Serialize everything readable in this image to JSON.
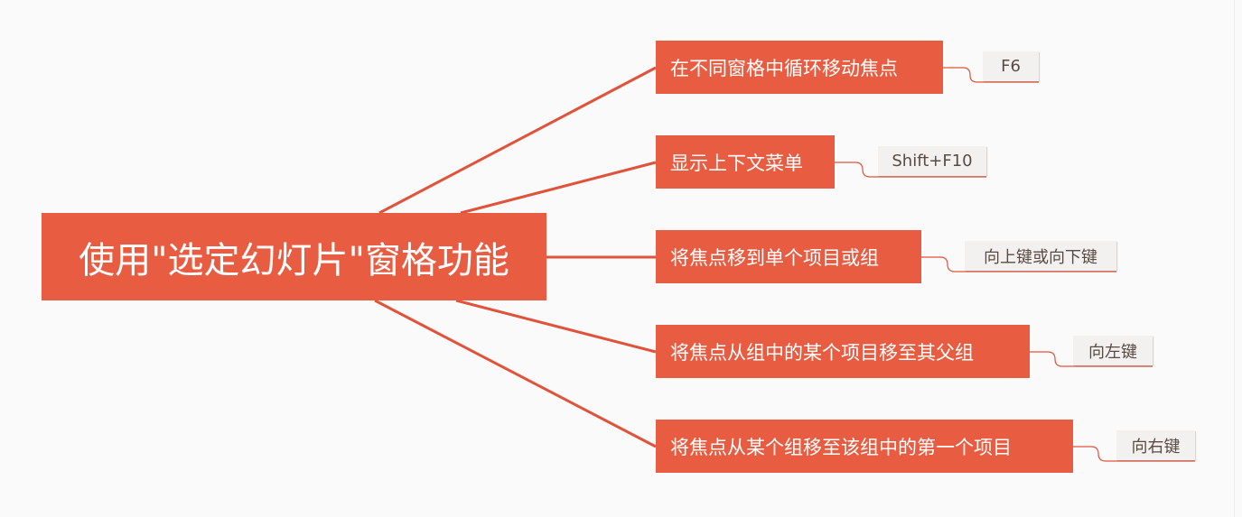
{
  "root": {
    "label": "使用\"选定幻灯片\"窗格功能"
  },
  "branches": [
    {
      "label": "在不同窗格中循环移动焦点",
      "shortcut": "F6"
    },
    {
      "label": "显示上下文菜单",
      "shortcut": "Shift+F10"
    },
    {
      "label": "将焦点移到单个项目或组",
      "shortcut": "向上键或向下键"
    },
    {
      "label": "将焦点从组中的某个项目移至其父组",
      "shortcut": "向左键"
    },
    {
      "label": "将焦点从某个组移至该组中的第一个项目",
      "shortcut": "向右键"
    }
  ],
  "colors": {
    "topic": "#e85d42",
    "connector": "#e0533a",
    "shortcut_bg": "#f2f1f0",
    "shortcut_text": "#5a4a42",
    "background": "#fafafa"
  }
}
